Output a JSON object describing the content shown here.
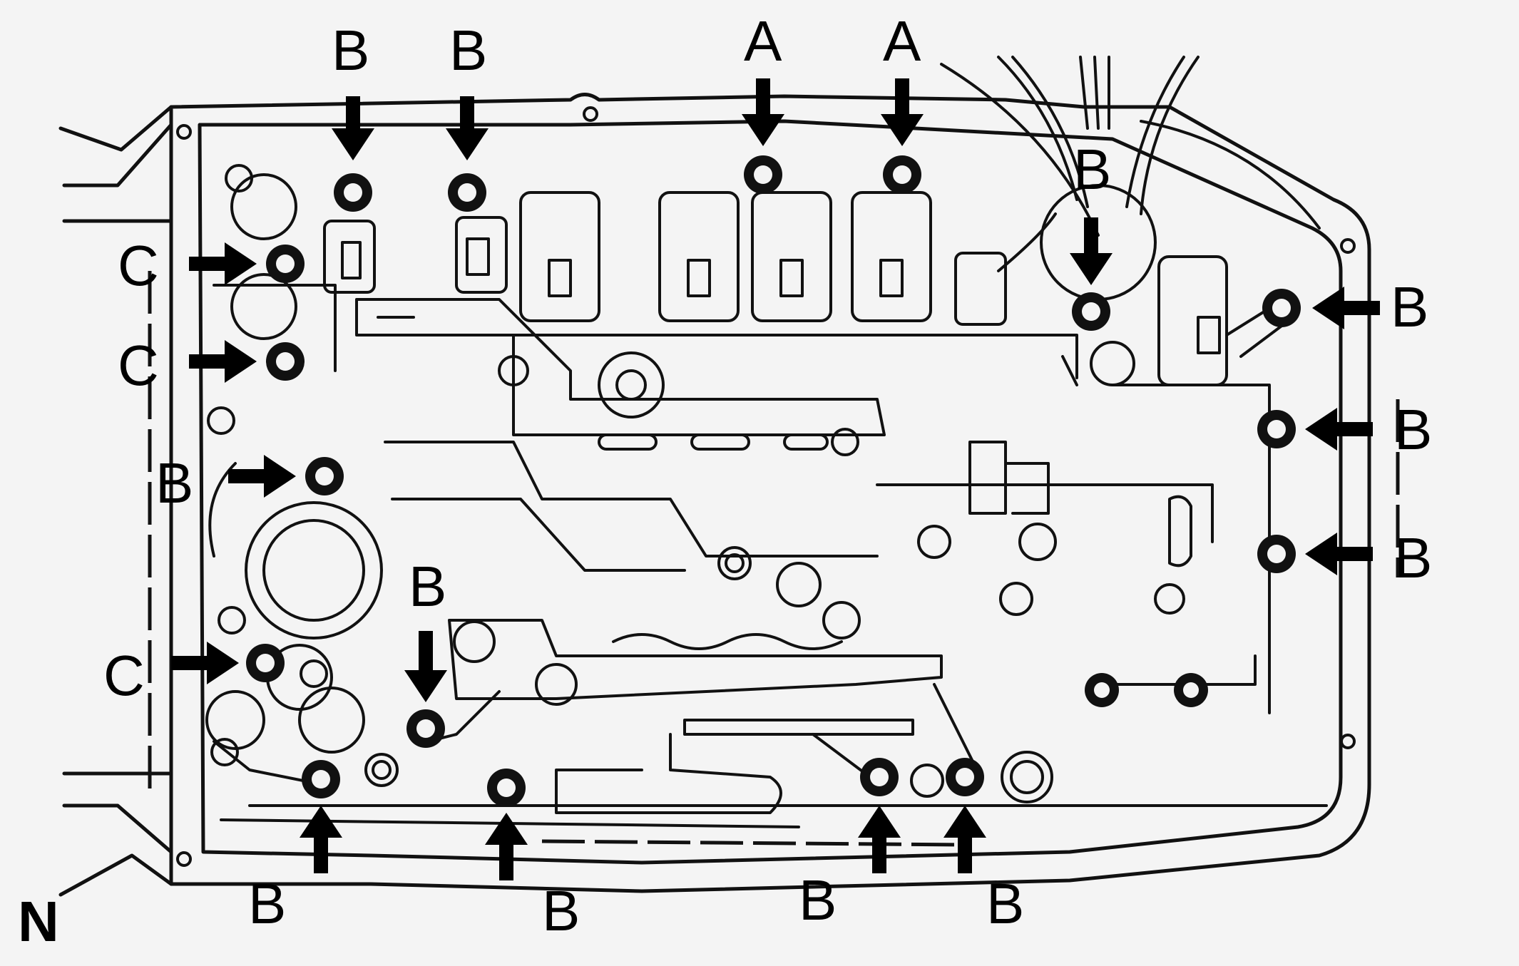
{
  "labels": {
    "a": "A",
    "b": "B",
    "c": "C",
    "n": "N"
  },
  "colors": {
    "line": "#111111",
    "background": "#f4f4f4"
  }
}
